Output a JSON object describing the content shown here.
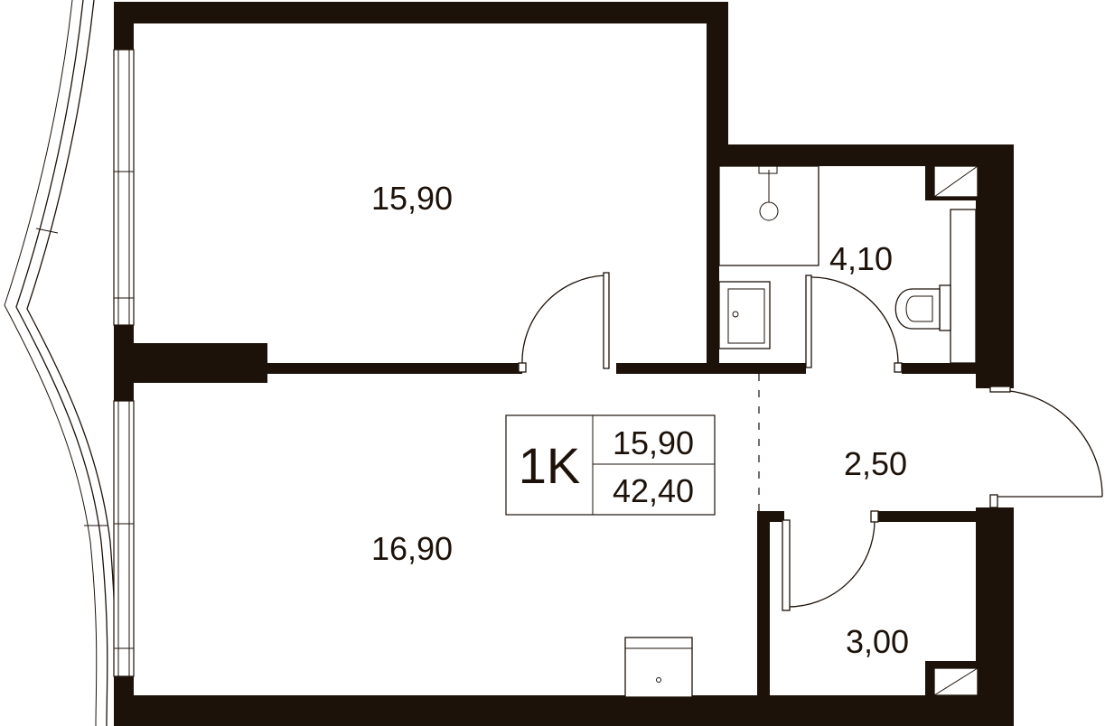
{
  "rooms": [
    {
      "id": "bedroom",
      "area": "15,90"
    },
    {
      "id": "bathroom",
      "area": "4,10"
    },
    {
      "id": "hall",
      "area": "2,50"
    },
    {
      "id": "living",
      "area": "16,90"
    },
    {
      "id": "storage",
      "area": "3,00"
    }
  ],
  "legend": {
    "type": "1K",
    "living_area": "15,90",
    "total_area": "42,40"
  },
  "colors": {
    "wall": "#1d1209",
    "background": "#ffffff"
  }
}
